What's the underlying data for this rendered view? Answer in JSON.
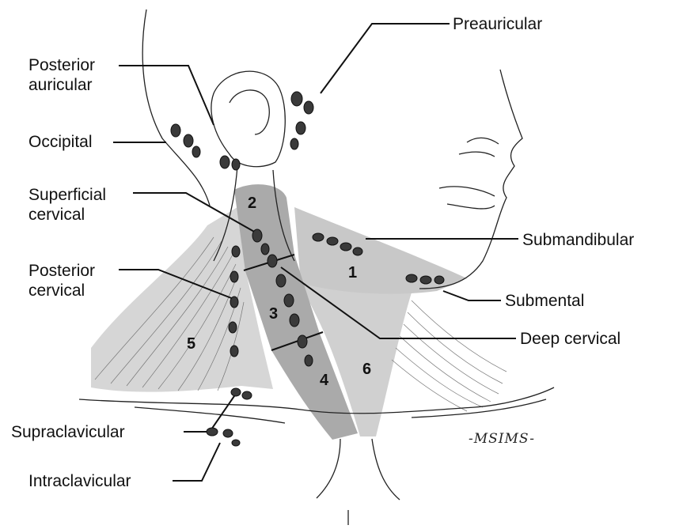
{
  "labels": {
    "preauricular": "Preauricular",
    "posterior_auricular": "Posterior auricular",
    "occipital": "Occipital",
    "superficial_cervical": "Superficial cervical",
    "posterior_cervical": "Posterior cervical",
    "submandibular": "Submandibular",
    "submental": "Submental",
    "deep_cervical": "Deep cervical",
    "supraclavicular": "Supraclavicular",
    "intraclavicular": "Intraclavicular"
  },
  "levels": [
    "1",
    "2",
    "3",
    "4",
    "5",
    "6"
  ],
  "signature": "-MSIMS-",
  "colors": {
    "zone_light": "#d3d3d3",
    "zone_dark": "#b0b0b0",
    "node": "#3a3a3a",
    "line": "#111111"
  }
}
